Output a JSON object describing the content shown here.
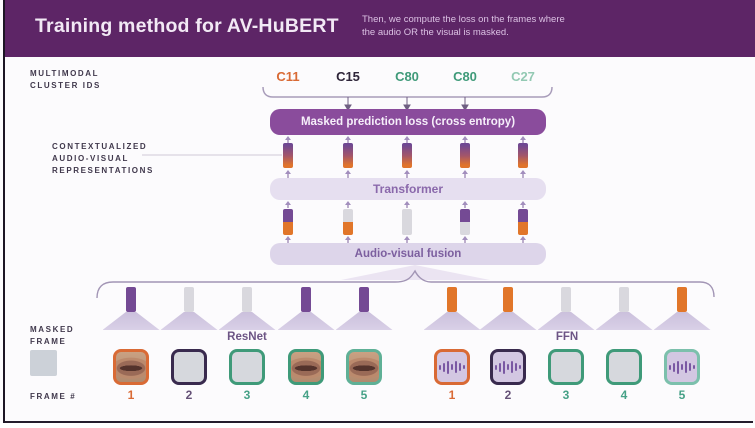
{
  "header": {
    "title": "Training method for AV-HuBERT",
    "subtitle": "Then, we compute the loss on the frames where\nthe audio OR the visual is masked.",
    "bg_color": "#5d2566"
  },
  "side_labels": {
    "multimodal": "MULTIMODAL\nCLUSTER IDS",
    "contextualized": "CONTEXTUALIZED\nAUDIO-VISUAL\nREPRESENTATIONS",
    "masked_frame": "MASKED\nFRAME",
    "frame_number": "FRAME #"
  },
  "cluster_ids": [
    {
      "label": "C11",
      "color": "#d96a35"
    },
    {
      "label": "C15",
      "color": "#2e2539"
    },
    {
      "label": "C80",
      "color": "#3f9a79"
    },
    {
      "label": "C80",
      "color": "#3f9a79"
    },
    {
      "label": "C27",
      "color": "#93c9b3"
    }
  ],
  "boxes": {
    "loss": "Masked prediction loss (cross entropy)",
    "transformer": "Transformer",
    "fusion": "Audio-visual fusion"
  },
  "colors": {
    "purple_bar": "#744a94",
    "orange_bar": "#e1762a",
    "masked_gray": "#d9d8de",
    "gradient_top": "#6f4892",
    "gradient_bottom": "#e0742c",
    "header_bg": "#5d2566",
    "loss_box": "#8a4c9c",
    "teal": "#3f9a79",
    "orange": "#d96a35"
  },
  "fused_bars": [
    {
      "video": "purple",
      "audio": "orange"
    },
    {
      "video": "masked",
      "audio": "orange"
    },
    {
      "video": "masked",
      "audio": "masked"
    },
    {
      "video": "purple",
      "audio": "masked"
    },
    {
      "video": "purple",
      "audio": "orange"
    }
  ],
  "video_branch": {
    "label": "ResNet",
    "bars": [
      "purple",
      "masked",
      "masked",
      "purple",
      "purple"
    ],
    "frames": [
      {
        "number": "1",
        "type": "mouth",
        "border": "#d96a35",
        "number_color": "#d96a35"
      },
      {
        "number": "2",
        "type": "masked",
        "border": "#392a4e",
        "number_color": "#655177"
      },
      {
        "number": "3",
        "type": "masked",
        "border": "#3f9a79",
        "number_color": "#46a187"
      },
      {
        "number": "4",
        "type": "mouth",
        "border": "#3f9a79",
        "number_color": "#46a187"
      },
      {
        "number": "5",
        "type": "mouth",
        "border": "#5fb096",
        "number_color": "#46a187"
      }
    ]
  },
  "audio_branch": {
    "label": "FFN",
    "bars": [
      "orange",
      "orange",
      "masked",
      "masked",
      "orange"
    ],
    "frames": [
      {
        "number": "1",
        "type": "wave",
        "border": "#d96a35",
        "number_color": "#d96a35"
      },
      {
        "number": "2",
        "type": "wave",
        "border": "#392a4e",
        "number_color": "#655177"
      },
      {
        "number": "3",
        "type": "masked",
        "border": "#3f9a79",
        "number_color": "#46a187"
      },
      {
        "number": "4",
        "type": "masked",
        "border": "#3f9a79",
        "number_color": "#46a187"
      },
      {
        "number": "5",
        "type": "wave",
        "border": "#7cc0ac",
        "number_color": "#46a187"
      }
    ]
  }
}
